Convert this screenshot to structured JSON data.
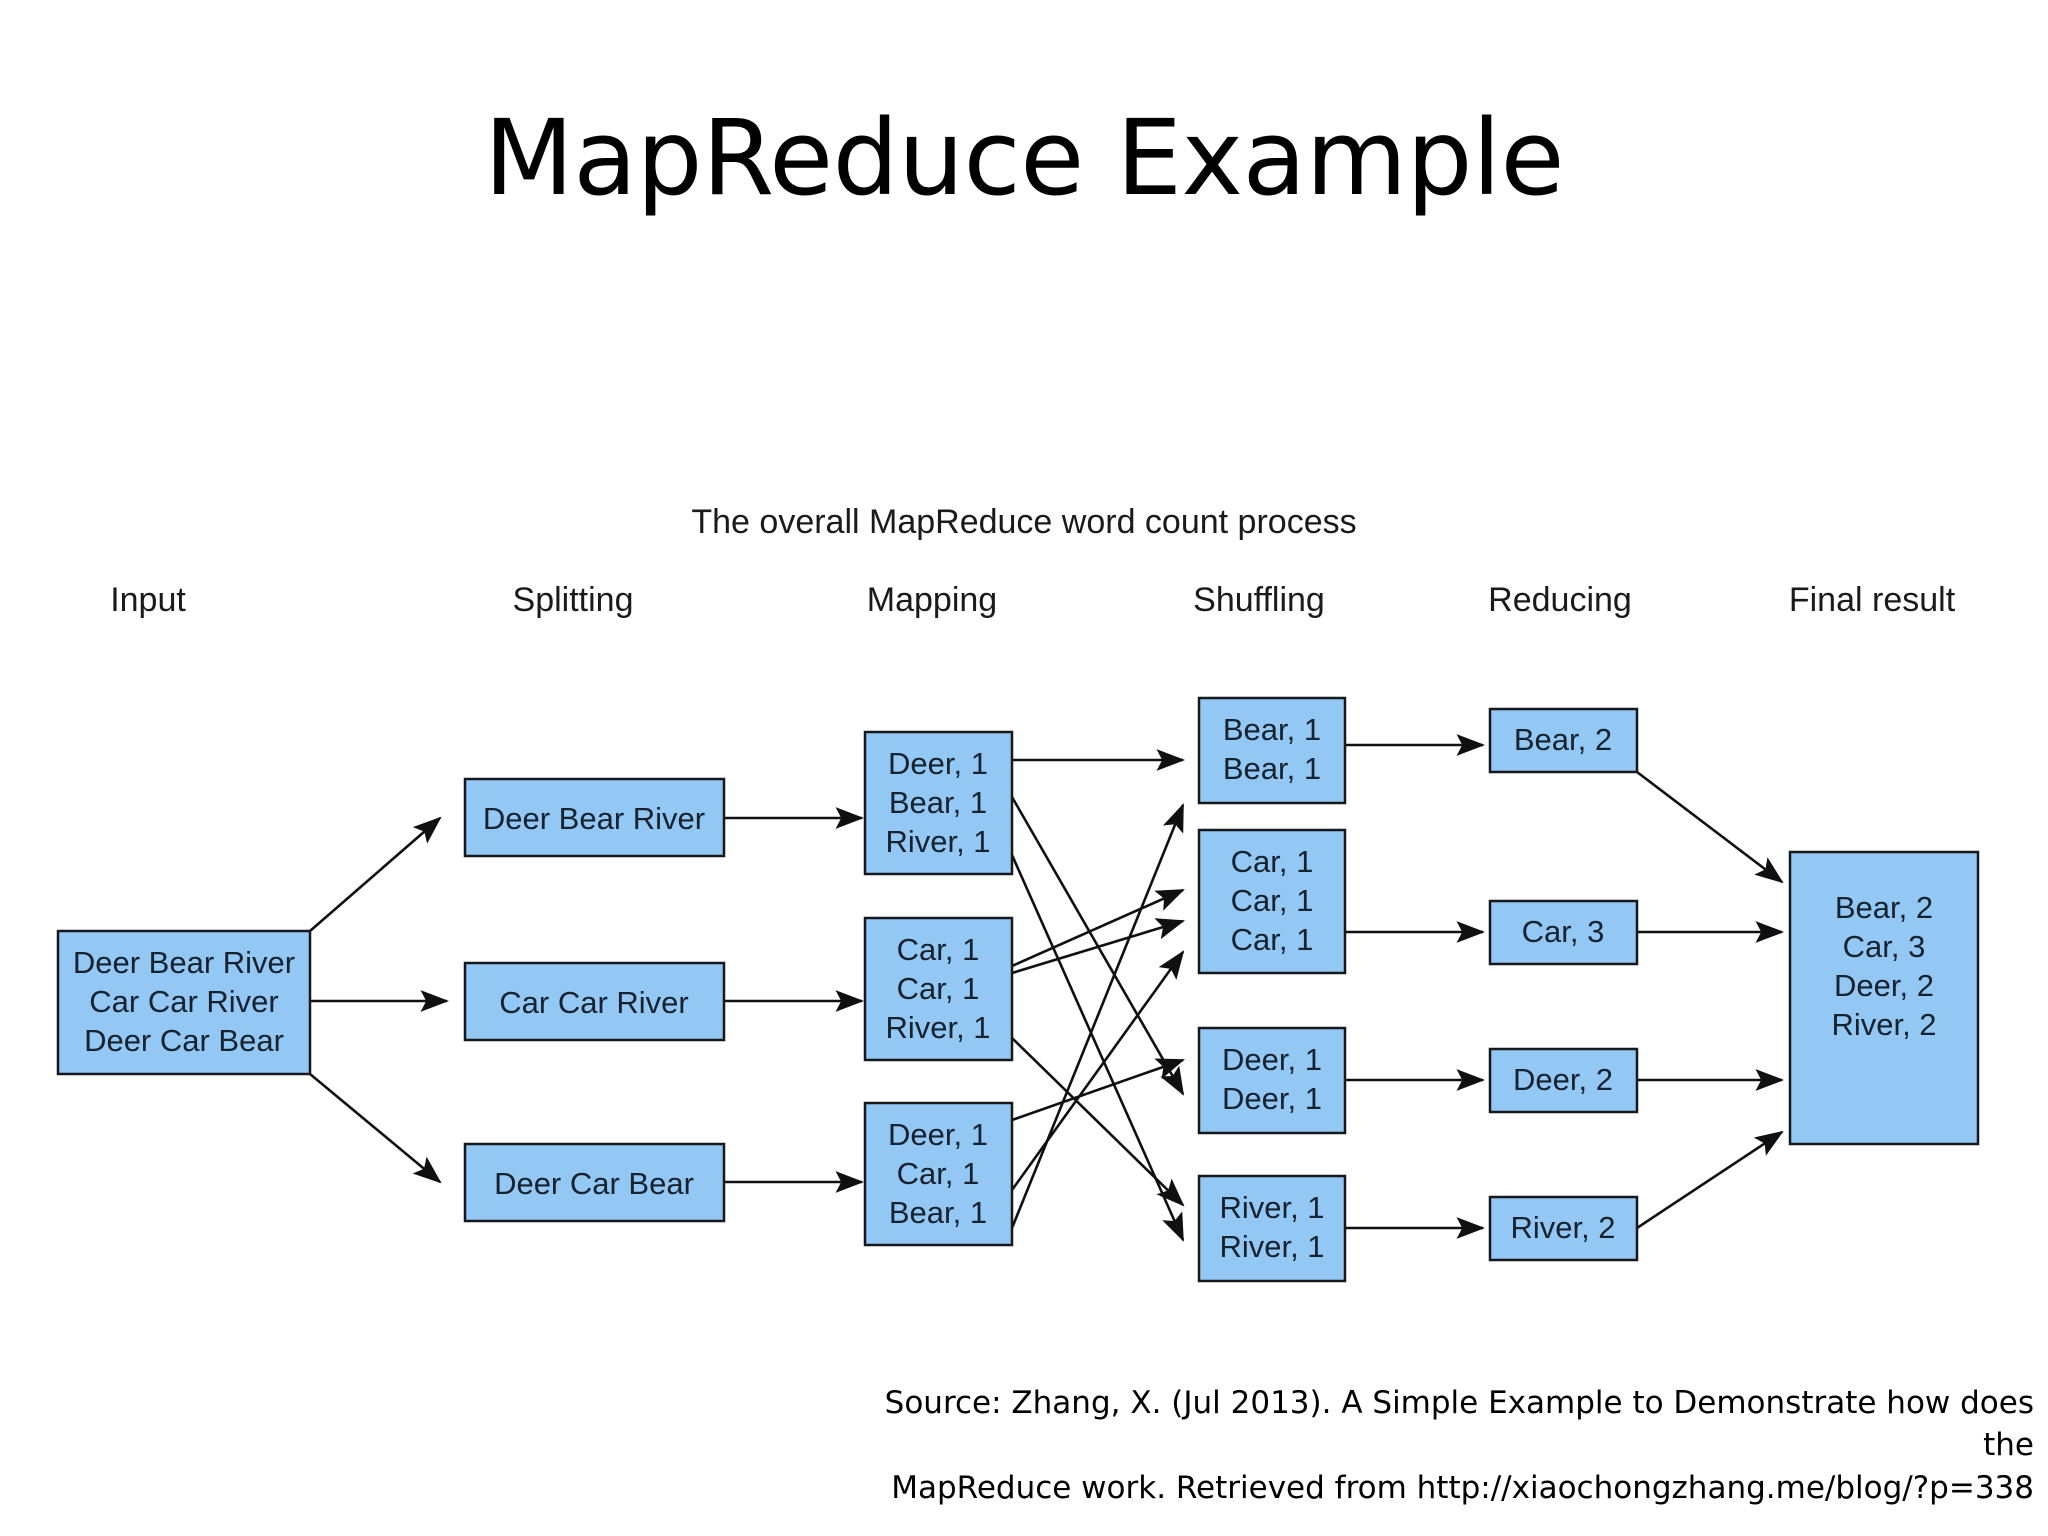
{
  "slide": {
    "title": "MapReduce Example"
  },
  "diagram": {
    "subtitle": "The overall MapReduce word count process",
    "columns": [
      {
        "id": "input",
        "label": "Input"
      },
      {
        "id": "split",
        "label": "Splitting"
      },
      {
        "id": "map",
        "label": "Mapping"
      },
      {
        "id": "shuffle",
        "label": "Shuffling"
      },
      {
        "id": "reduce",
        "label": "Reducing"
      },
      {
        "id": "final",
        "label": "Final result"
      }
    ],
    "input_box": {
      "lines": [
        "Deer Bear River",
        "Car Car River",
        "Deer Car Bear"
      ]
    },
    "split_boxes": [
      {
        "lines": [
          "Deer Bear River"
        ]
      },
      {
        "lines": [
          "Car Car River"
        ]
      },
      {
        "lines": [
          "Deer Car Bear"
        ]
      }
    ],
    "map_boxes": [
      {
        "lines": [
          "Deer, 1",
          "Bear, 1",
          "River, 1"
        ]
      },
      {
        "lines": [
          "Car, 1",
          "Car, 1",
          "River, 1"
        ]
      },
      {
        "lines": [
          "Deer, 1",
          "Car, 1",
          "Bear, 1"
        ]
      }
    ],
    "shuffle_boxes": [
      {
        "lines": [
          "Bear, 1",
          "Bear, 1"
        ]
      },
      {
        "lines": [
          "Car, 1",
          "Car, 1",
          "Car, 1"
        ]
      },
      {
        "lines": [
          "Deer, 1",
          "Deer, 1"
        ]
      },
      {
        "lines": [
          "River, 1",
          "River, 1"
        ]
      }
    ],
    "reduce_boxes": [
      {
        "lines": [
          "Bear, 2"
        ]
      },
      {
        "lines": [
          "Car, 3"
        ]
      },
      {
        "lines": [
          "Deer, 2"
        ]
      },
      {
        "lines": [
          "River, 2"
        ]
      }
    ],
    "final_box": {
      "lines": [
        "Bear, 2",
        "Car, 3",
        "Deer, 2",
        "River, 2"
      ]
    },
    "colors": {
      "box_fill": "#93c7f4",
      "box_stroke": "#16181c",
      "edge": "#101010",
      "text": "#16222e",
      "background": "#ffffff"
    }
  },
  "source": {
    "line1": "Source: Zhang, X. (Jul 2013). A Simple Example to Demonstrate how does the",
    "line2": "MapReduce work. Retrieved from http://xiaochongzhang.me/blog/?p=338"
  }
}
